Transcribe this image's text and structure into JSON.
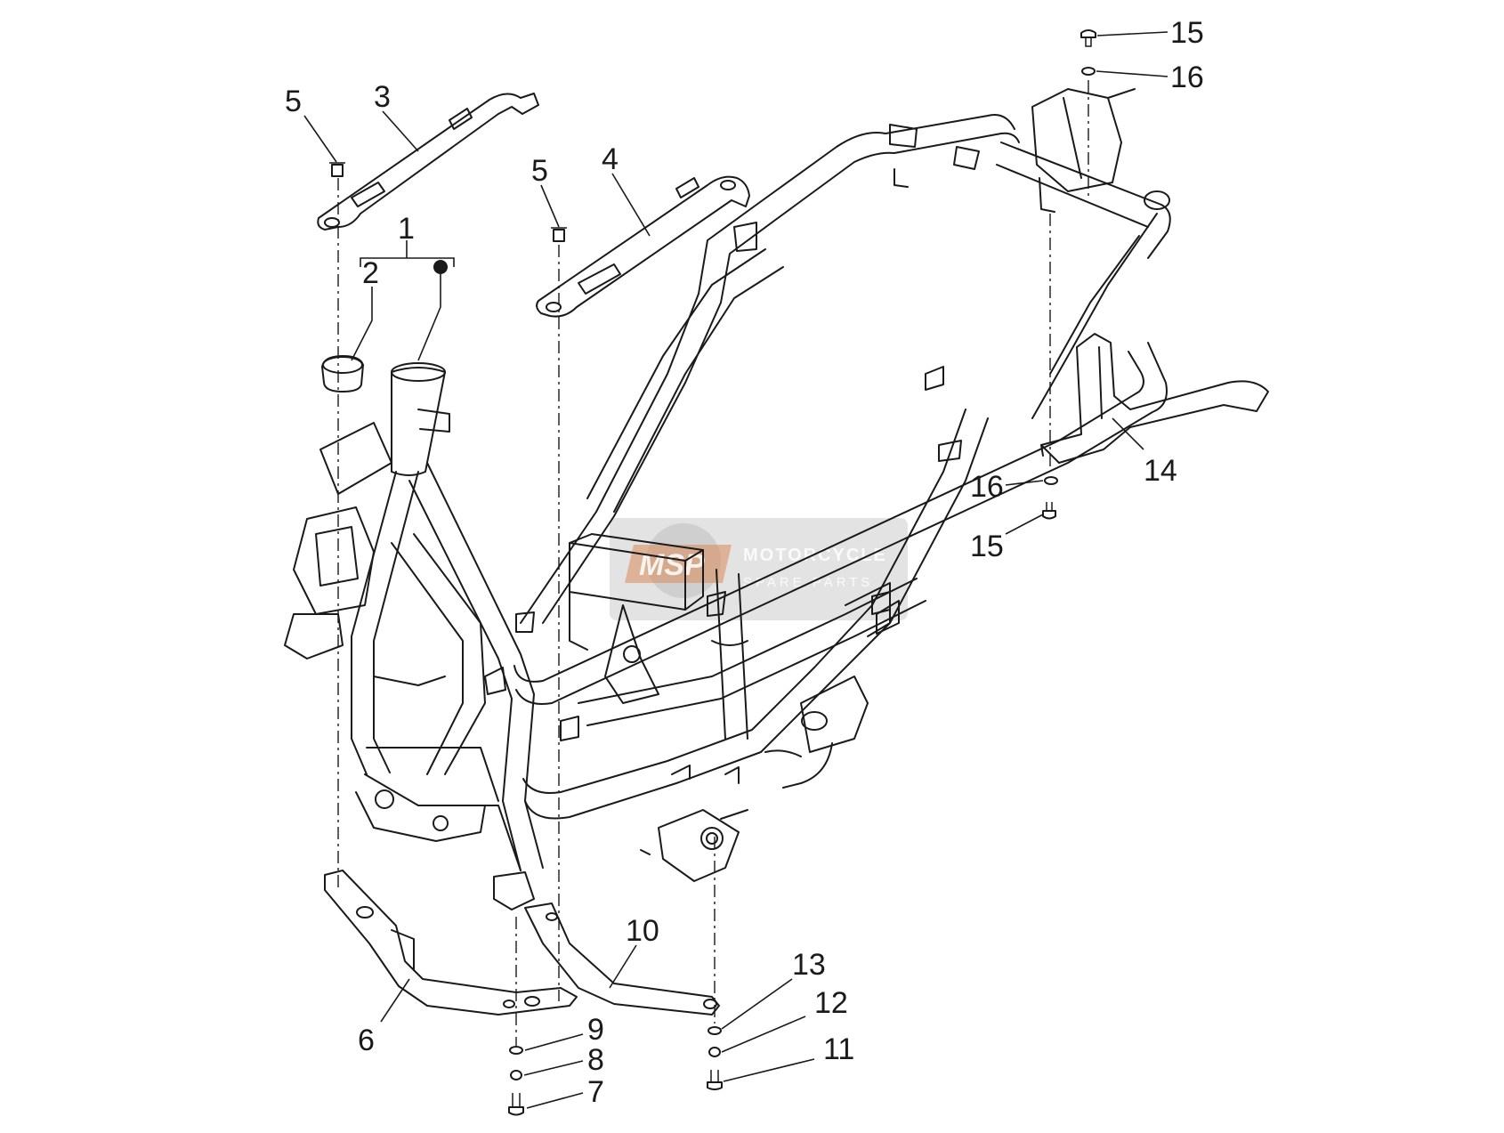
{
  "callouts": {
    "c1": "1",
    "c2": "2",
    "c3": "3",
    "c4": "4",
    "c5a": "5",
    "c5b": "5",
    "c6": "6",
    "c7": "7",
    "c8": "8",
    "c9": "9",
    "c10": "10",
    "c11": "11",
    "c12": "12",
    "c13": "13",
    "c14": "14",
    "c15a": "15",
    "c15b": "15",
    "c16a": "16",
    "c16b": "16"
  },
  "watermark": {
    "logo": "MSP",
    "line1": "MOTORCYCLE",
    "line2": "SPARE PARTS"
  }
}
